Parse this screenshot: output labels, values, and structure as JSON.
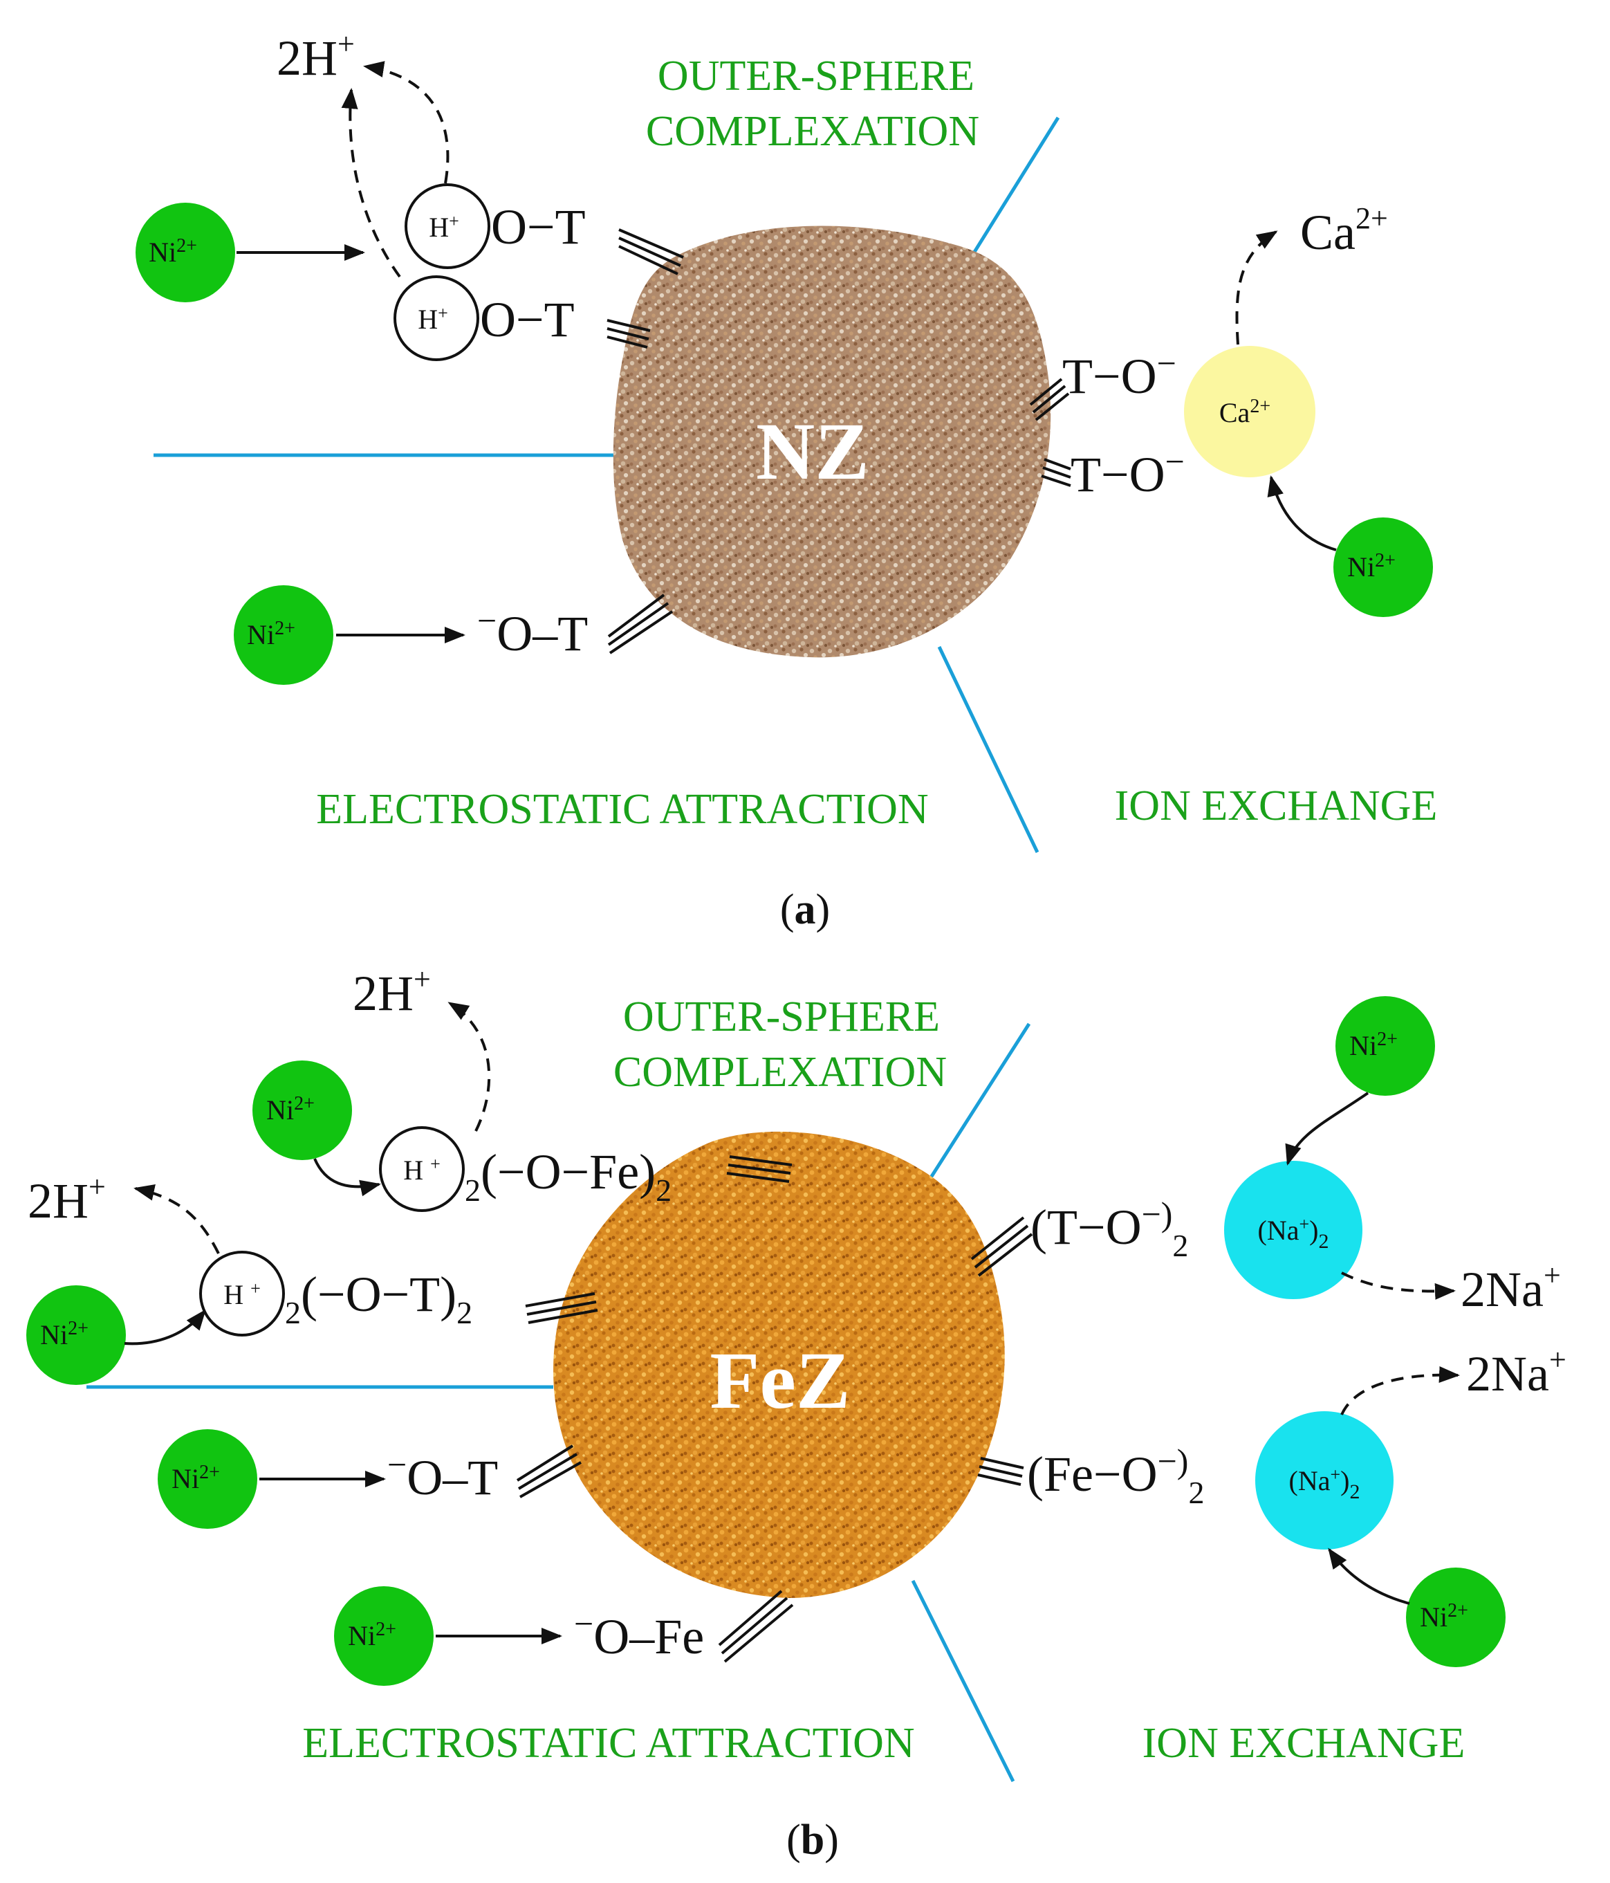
{
  "colors": {
    "divider": "#1a9fd8",
    "label": "#1aa11a",
    "nickel": "#11c411",
    "calcium": "#fbf7a0",
    "sodium": "#19e2ee",
    "nz_grain": "#b08a6c",
    "fez_grain": "#d98a22"
  },
  "panel_a": {
    "caption_open": "(",
    "caption_letter": "a",
    "caption_close": ")",
    "core_label": "NZ",
    "label_outer_1": "OUTER-SPHERE",
    "label_outer_2": "COMPLEXATION",
    "label_electro": "ELECTROSTATIC ATTRACTION",
    "label_ion": "ION  EXCHANGE",
    "ni_ion": "Ni",
    "ni_charge": "2+",
    "h_ion": "H",
    "h_charge": "+",
    "ca_ion": "Ca",
    "ca_charge": "2+",
    "released_h_coef": "2H",
    "released_h_charge": "+",
    "released_ca": "Ca",
    "released_ca_charge": "2+",
    "group_ot": "O−T",
    "group_to": "T−O",
    "minus": "−",
    "group_ot_short": "O–T"
  },
  "panel_b": {
    "caption_open": "(",
    "caption_letter": "b",
    "caption_close": ")",
    "core_label": "FeZ",
    "label_outer_1": "OUTER-SPHERE",
    "label_outer_2": "COMPLEXATION",
    "label_electro": "ELECTROSTATIC ATTRACTION",
    "label_ion": "ION  EXCHANGE",
    "ni_ion": "Ni",
    "ni_charge": "2+",
    "h_plain": "H ",
    "h_plus": "+",
    "subscript_2": "2",
    "released_h_coef": "2H",
    "released_h_charge": "+",
    "released_na": "2Na",
    "released_na_charge": "+",
    "group_ofe_paren": "(−O−Fe)",
    "group_ot_paren": "(−O−T)",
    "group_to_paren": "(T−O",
    "group_feo_paren": "(Fe−O",
    "minus_paren": "−)",
    "na_group": "(Na",
    "na_group_close": ")",
    "group_ot_short": "O–T",
    "group_ofe_short": "O–Fe",
    "minus": "−"
  }
}
